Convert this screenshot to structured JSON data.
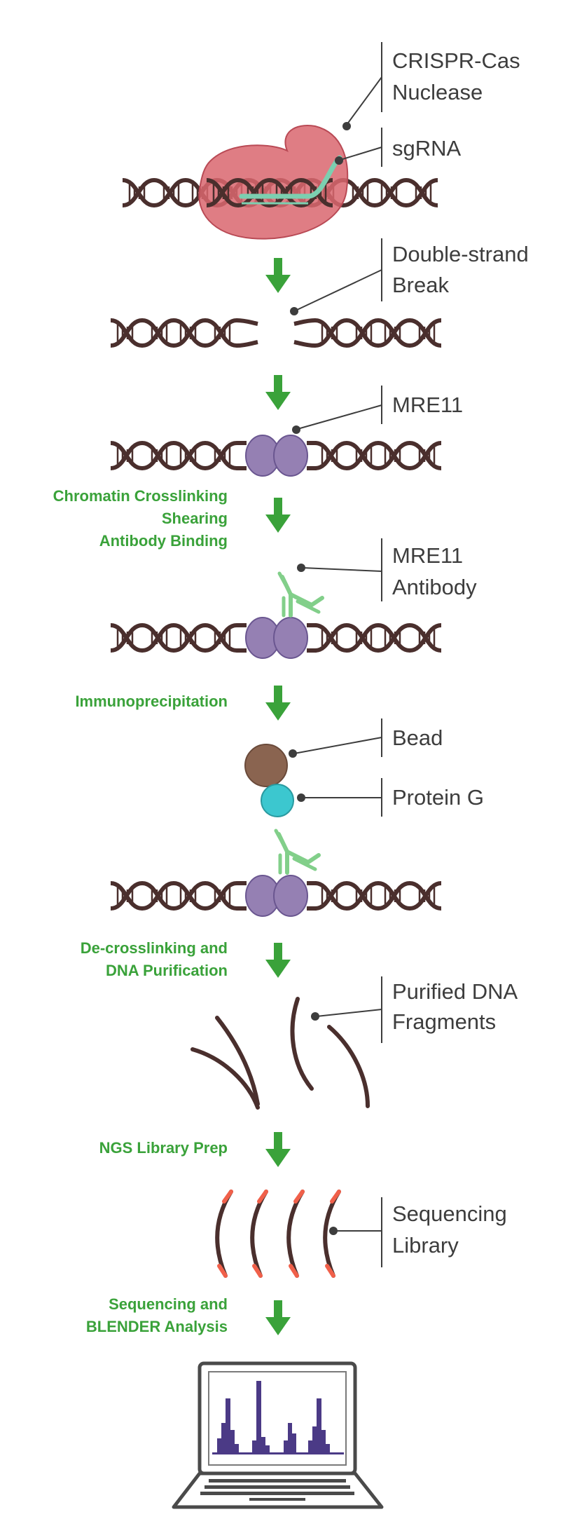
{
  "colors": {
    "dna": "#4a2f2d",
    "arrow": "#3aa23a",
    "nuclease": "#d9666e",
    "sgrna": "#7ccfb0",
    "mre11": "#9580b3",
    "antibody": "#82cf8a",
    "bead": "#8a6450",
    "protein_g": "#3cc7cf",
    "library_adapter": "#f0604a",
    "chart_bar": "#4b3a86"
  },
  "labels": {
    "crispr_1": "CRISPR-Cas",
    "crispr_2": "Nuclease",
    "sgrna": "sgRNA",
    "dsb_1": "Double-strand",
    "dsb_2": "Break",
    "mre11": "MRE11",
    "antibody_1": "MRE11",
    "antibody_2": "Antibody",
    "bead": "Bead",
    "protein_g": "Protein G",
    "fragments_1": "Purified DNA",
    "fragments_2": "Fragments",
    "library_1": "Sequencing",
    "library_2": "Library"
  },
  "steps": {
    "crosslink_1": "Chromatin Crosslinking",
    "crosslink_2": "Shearing",
    "crosslink_3": "Antibody Binding",
    "ip": "Immunoprecipitation",
    "decross_1": "De-crosslinking and",
    "decross_2": "DNA Purification",
    "ngs": "NGS Library Prep",
    "seq_1": "Sequencing and",
    "seq_2": "BLENDER Analysis"
  },
  "icons": [
    "dna-helix-icon",
    "down-arrow-icon",
    "laptop-icon",
    "bead-icon",
    "antibody-icon"
  ]
}
